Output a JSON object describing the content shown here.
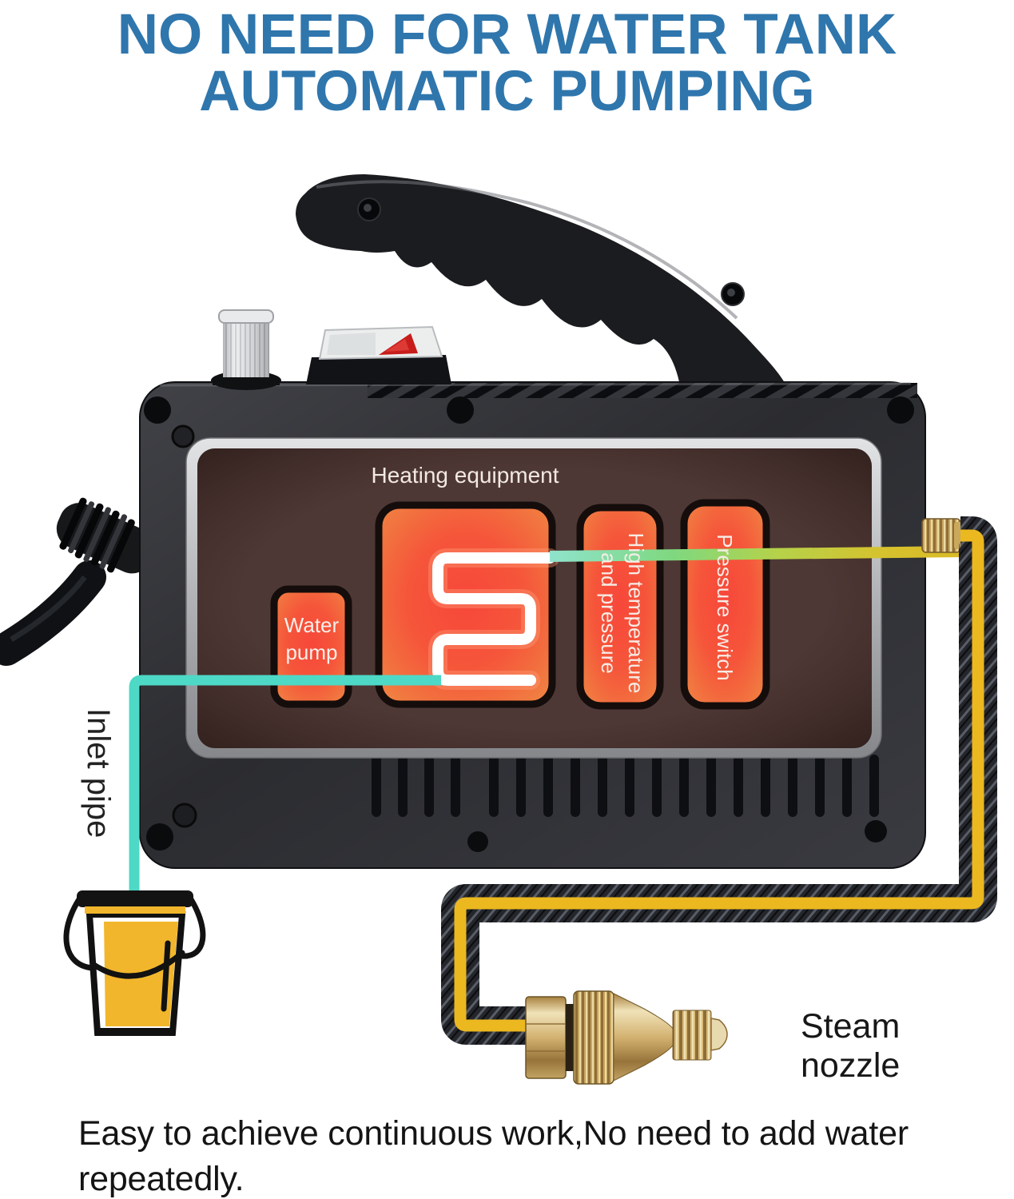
{
  "title": {
    "text": "NO NEED FOR WATER TANK\nAUTOMATIC PUMPING"
  },
  "panel": {
    "heading": "Heating equipment",
    "water_pump": "Water pump",
    "high_temp": "High temperature\nand pressure",
    "pressure_switch": "Pressure switch"
  },
  "labels": {
    "inlet_pipe": "Inlet pipe",
    "steam_nozzle": "Steam nozzle"
  },
  "caption": "Easy to achieve continuous work,No need to add water\nrepeatedly.",
  "colors": {
    "title_blue": "#2f76ad",
    "panel_brown": "#4e3835",
    "component_orange": "#f2703c",
    "inlet_pipe_cyan": "#4ed8c6",
    "steam_pipe_yellow": "#ecb81f",
    "machine_body": "#313237",
    "bucket_yellow": "#f2b62c",
    "brass": "#c8a55e"
  }
}
